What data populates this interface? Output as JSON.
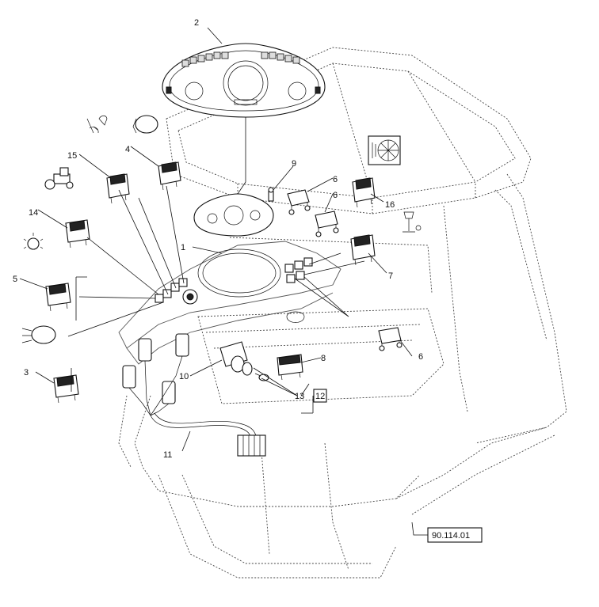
{
  "callouts": [
    {
      "id": "c1",
      "label": "1"
    },
    {
      "id": "c2",
      "label": "2"
    },
    {
      "id": "c3",
      "label": "3"
    },
    {
      "id": "c4",
      "label": "4"
    },
    {
      "id": "c5",
      "label": "5"
    },
    {
      "id": "c6a",
      "label": "6"
    },
    {
      "id": "c6b",
      "label": "6"
    },
    {
      "id": "c6c",
      "label": "6"
    },
    {
      "id": "c7",
      "label": "7"
    },
    {
      "id": "c8",
      "label": "8"
    },
    {
      "id": "c9",
      "label": "9"
    },
    {
      "id": "c10",
      "label": "10"
    },
    {
      "id": "c11",
      "label": "11"
    },
    {
      "id": "c12",
      "label": "12"
    },
    {
      "id": "c13",
      "label": "13"
    },
    {
      "id": "c14",
      "label": "14"
    },
    {
      "id": "c15",
      "label": "15"
    },
    {
      "id": "c16",
      "label": "16"
    }
  ],
  "reference": {
    "label": "90.114.01"
  },
  "icons": [
    "cab-outline",
    "instrument-cluster",
    "rocker-switch",
    "work-light-icon",
    "tractor-icon",
    "beacon-icon",
    "headlight-icon",
    "mirror-heater-icon",
    "fan-icon",
    "lamp-icon",
    "wiring-harness",
    "ignition-switch",
    "bracket"
  ]
}
